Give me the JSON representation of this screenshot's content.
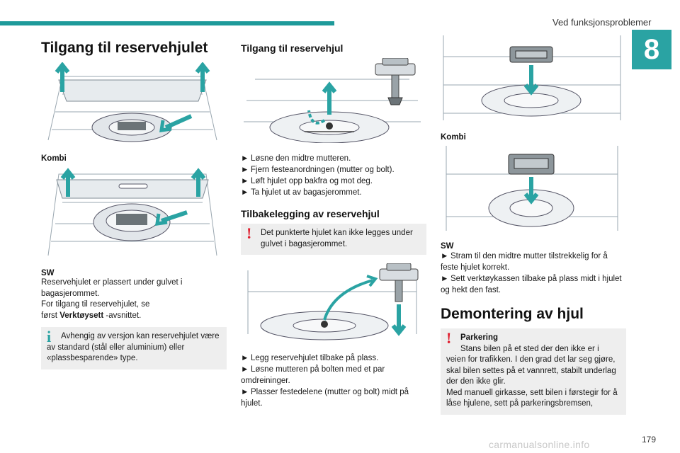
{
  "header": {
    "section": "Ved funksjonsproblemer",
    "chapter": "8",
    "page_number": "179",
    "watermark": "carmanualsonline.info"
  },
  "col1": {
    "title": "Tilgang til reservehjulet",
    "kombi_label": "Kombi",
    "sw_label": "SW",
    "para1": "Reservehjulet er plassert under gulvet i bagasjerommet.",
    "para2": "For tilgang til reservehjulet, se",
    "para3_prefix": "først ",
    "para3_bold": "Verktøysett",
    "para3_suffix": " -avsnittet.",
    "note": "Avhengig av versjon kan reservehjulet være av standard (stål eller aluminium) eller «plassbesparende» type."
  },
  "col2": {
    "title": "Tilgang til reservehjul",
    "steps": [
      "Løsne den midtre mutteren.",
      "Fjern festeanordningen (mutter og bolt).",
      "Løft hjulet opp bakfra og mot deg.",
      "Ta hjulet ut av bagasjerommet."
    ],
    "subtitle": "Tilbakelegging av reservehjul",
    "warn": "Det punkterte hjulet kan ikke legges under gulvet i bagasjerommet.",
    "steps2": [
      "Legg reservehjulet tilbake på plass.",
      "Løsne mutteren på bolten med et par omdreininger.",
      "Plasser festedelene (mutter og bolt) midt på hjulet."
    ]
  },
  "col3": {
    "kombi_label": "Kombi",
    "sw_label": "SW",
    "steps": [
      "Stram til den midtre mutter tilstrekkelig for å feste hjulet korrekt.",
      "Sett verktøykassen tilbake på plass midt i hjulet og hekt den fast."
    ],
    "title": "Demontering av hjul",
    "warn_title": "Parkering",
    "warn_lines": [
      "Stans bilen på et sted der den ikke er i veien for trafikken. I den grad det lar seg gjøre, skal bilen settes på et vannrett, stabilt underlag der den ikke glir.",
      "Med manuell girkasse, sett bilen i første­gir for å låse hjulene, sett på parkeringsbremsen,"
    ]
  },
  "icons": {
    "bullet": "►",
    "info": "i",
    "warning": "!"
  },
  "colors": {
    "accent": "#2aa3a3",
    "warning": "#e01e2e",
    "note_bg": "#eeeeee"
  }
}
